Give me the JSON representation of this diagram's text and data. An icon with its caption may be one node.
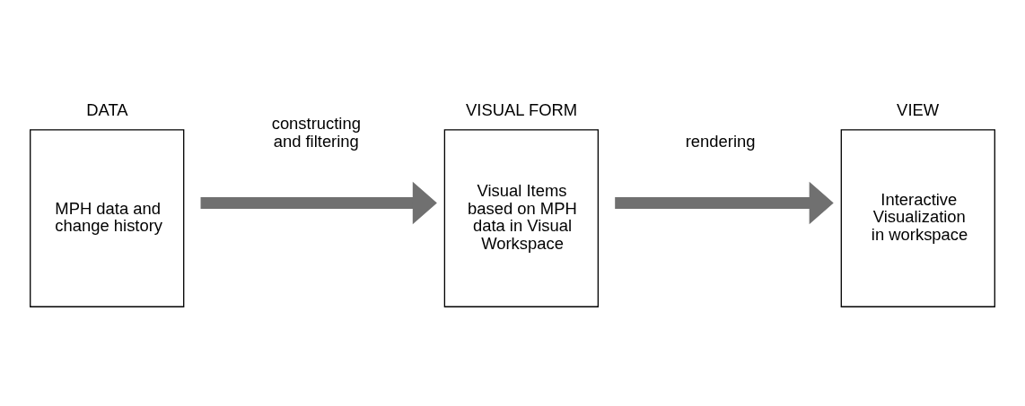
{
  "diagram": {
    "nodes": [
      {
        "text": [
          "DATA",
          "MPH data and change history"
        ]
      },
      {
        "text": [
          "VISUAL FORM",
          "Visual Items based on MPH data in Visual Workspace"
        ]
      },
      {
        "text": [
          "VIEW",
          "Interactive Visualization in workspace"
        ]
      }
    ],
    "edges": [
      {
        "from": 0,
        "to": 1,
        "arrow": "to",
        "label": "constructing and filtering"
      },
      {
        "from": 1,
        "to": 2,
        "arrow": "to",
        "label": "rendering"
      }
    ]
  }
}
